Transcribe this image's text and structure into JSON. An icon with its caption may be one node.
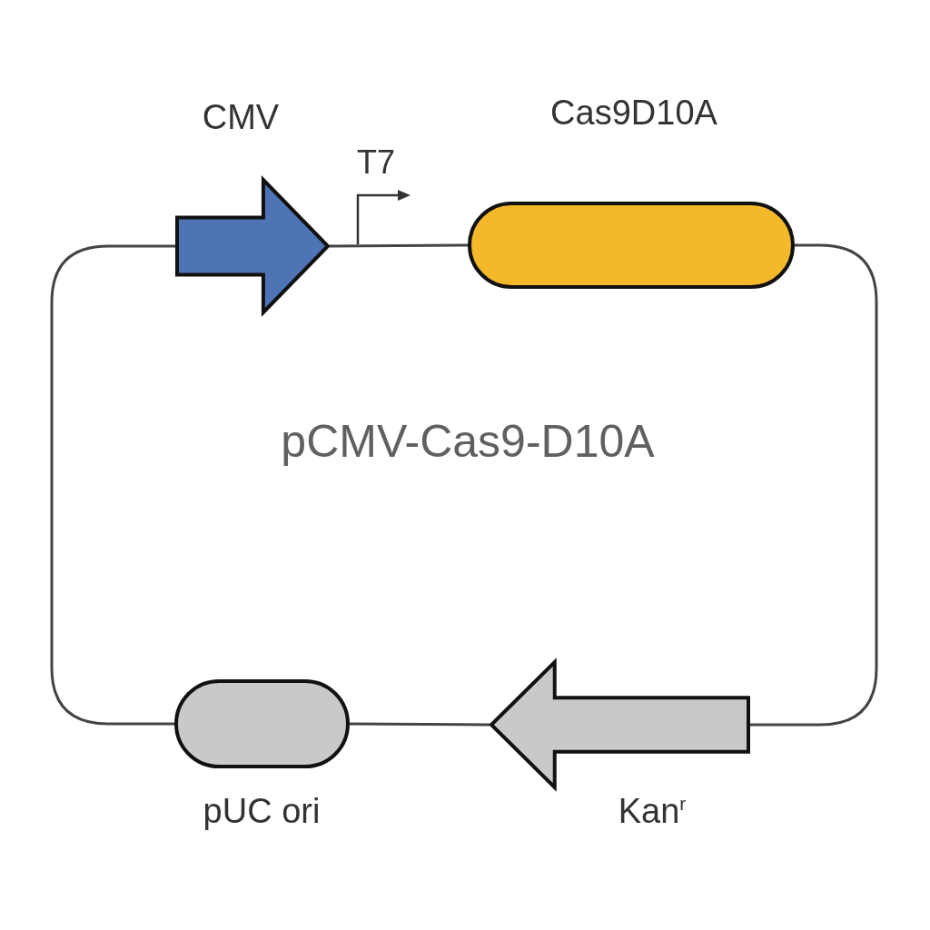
{
  "diagram": {
    "title": "pCMV-Cas9-D10A",
    "nodes": [
      {
        "text": [
          "CMV"
        ]
      },
      {
        "text": [
          "Cas9D10A"
        ]
      },
      {
        "text": [
          "pUC ori"
        ]
      },
      {
        "text": [
          "Kan$^{r}$"
        ]
      }
    ],
    "edges": [
      {
        "from": 0,
        "to": 1,
        "arrow": "none"
      },
      {
        "from": 1,
        "to": 3,
        "arrow": "none"
      },
      {
        "from": 3,
        "to": 2,
        "arrow": "none"
      },
      {
        "from": 2,
        "to": 0,
        "arrow": "none"
      }
    ],
    "labels": [
      "T7"
    ]
  }
}
